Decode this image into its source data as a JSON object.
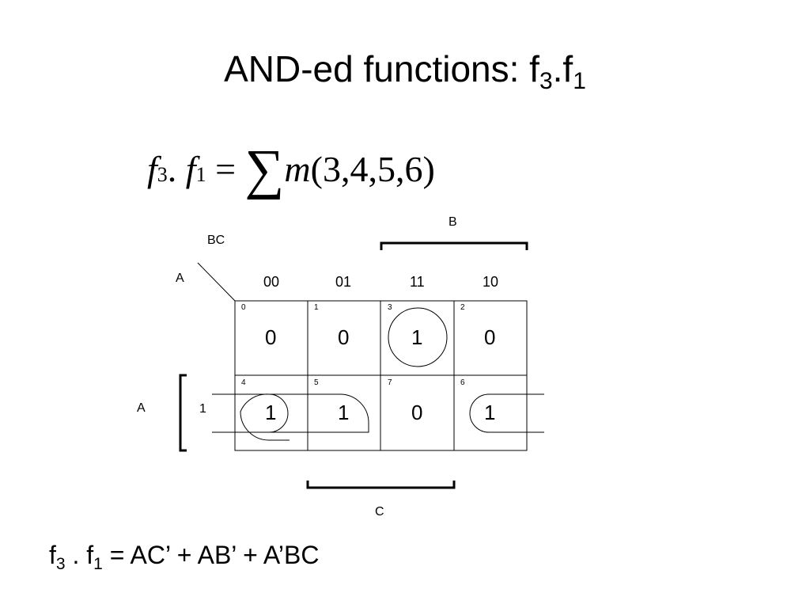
{
  "slide": {
    "title": {
      "text": "AND-ed functions: f",
      "sub1": "3",
      "mid": ".f",
      "sub2": "1"
    },
    "formula": {
      "f1": "f",
      "sub_3": "3",
      "dot": ".",
      "f2": "f",
      "sub_1": "1",
      "eq": "=",
      "sigma": "∑",
      "m": "m",
      "args": "(3,4,5,6)"
    },
    "kmap": {
      "var_bc": "BC",
      "var_a": "A",
      "group_b": "B",
      "group_c": "C",
      "group_a": "A",
      "row_label": "1",
      "columns": [
        "00",
        "01",
        "11",
        "10"
      ],
      "rows": [
        {
          "cells": [
            {
              "idx": "0",
              "val": "0"
            },
            {
              "idx": "1",
              "val": "0"
            },
            {
              "idx": "3",
              "val": "1"
            },
            {
              "idx": "2",
              "val": "0"
            }
          ]
        },
        {
          "cells": [
            {
              "idx": "4",
              "val": "1"
            },
            {
              "idx": "5",
              "val": "1"
            },
            {
              "idx": "7",
              "val": "0"
            },
            {
              "idx": "6",
              "val": "1"
            }
          ]
        }
      ]
    },
    "result": {
      "f": "f",
      "sub1": "3",
      "dot": " . f",
      "sub2": "1",
      "rhs": " = AC’ + AB’ + A’BC"
    }
  }
}
